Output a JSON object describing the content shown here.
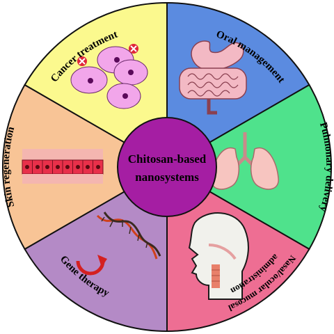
{
  "center": {
    "line1": "Chitosan-based",
    "line2": "nanosystems",
    "color": "#a51ea3"
  },
  "segments": [
    {
      "id": "oral",
      "label": "Oral management",
      "color": "#5b8be0",
      "icon": "digestive-system-icon"
    },
    {
      "id": "pulmonary",
      "label": "Pulmonary delivery",
      "color": "#4fe28c",
      "icon": "lungs-icon"
    },
    {
      "id": "nasal",
      "label_line1": "Nasal/ocular mucosal",
      "label_line2": "administration",
      "color": "#ee6e93",
      "icon": "head-profile-icon"
    },
    {
      "id": "gene",
      "label": "Gene therapy",
      "color": "#b48ac6",
      "icon": "dna-helix-icon"
    },
    {
      "id": "skin",
      "label": "Skin regeneration",
      "color": "#f8c496",
      "icon": "skin-cells-icon"
    },
    {
      "id": "cancer",
      "label": "Cancer treatment",
      "color": "#fbf98e",
      "icon": "cancer-cells-icon"
    }
  ]
}
